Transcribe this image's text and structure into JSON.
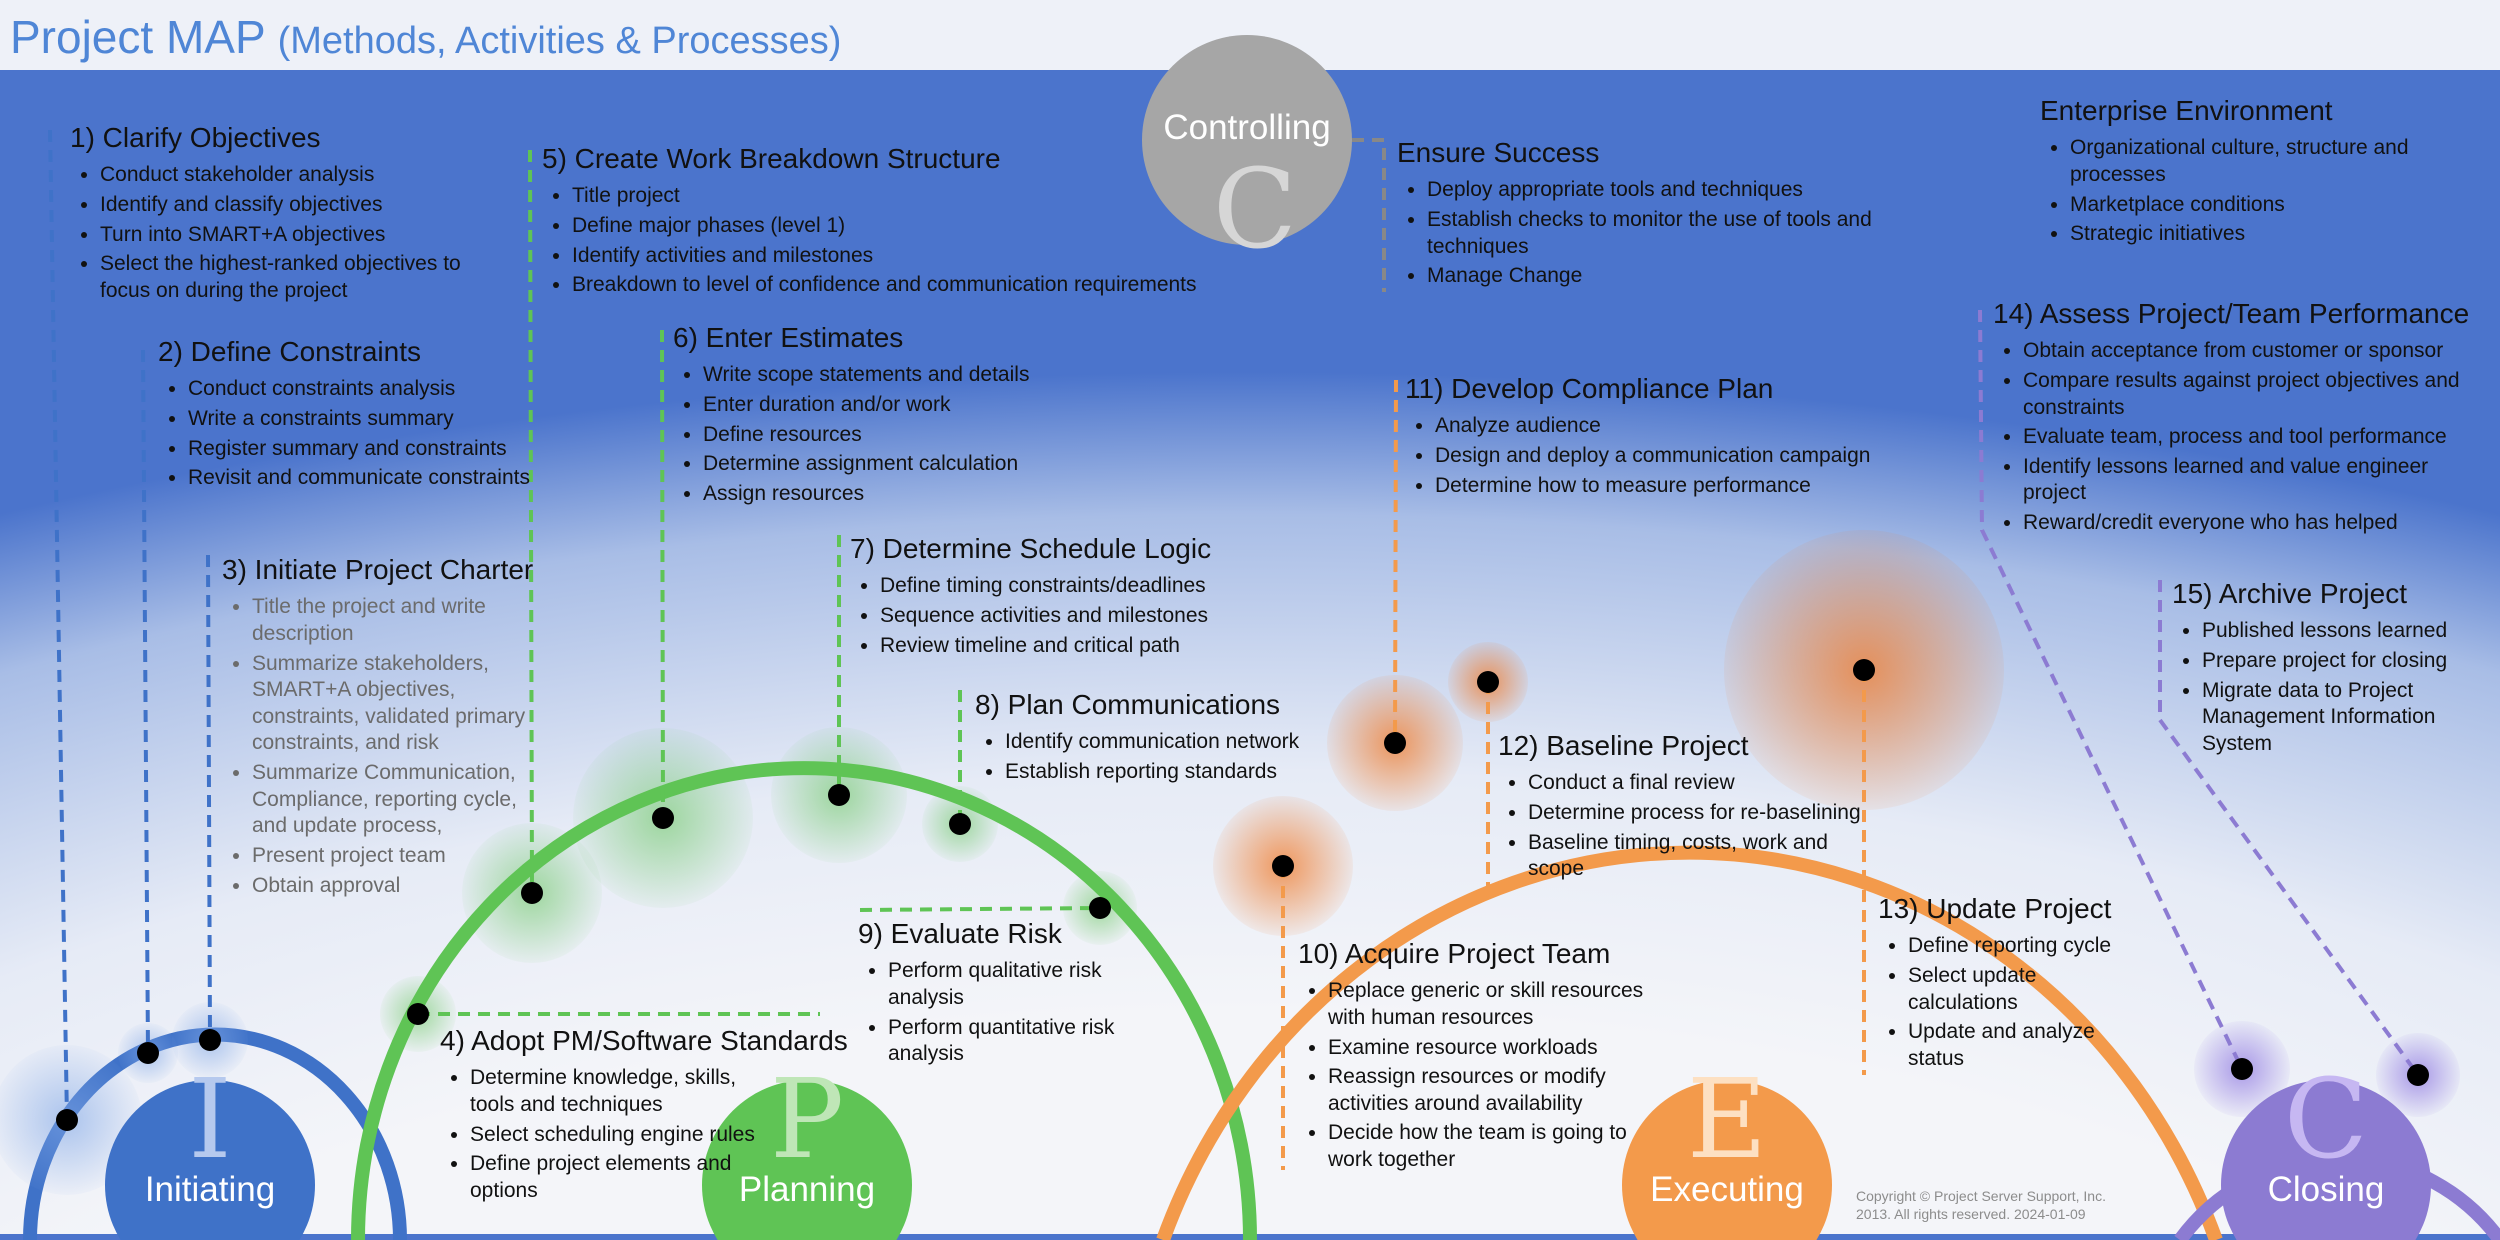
{
  "title": {
    "main": "Project MAP",
    "sub": "(Methods, Activities & Processes)"
  },
  "colors": {
    "initiating": "#3f72c8",
    "planning": "#5fc455",
    "executing": "#f39a4b",
    "closing": "#8c7bd2",
    "controlling": "#a6a6a6",
    "title": "#4f86d6"
  },
  "phases": {
    "initiating": {
      "label": "Initiating",
      "letter": "I"
    },
    "planning": {
      "label": "Planning",
      "letter": "P"
    },
    "executing": {
      "label": "Executing",
      "letter": "E"
    },
    "closing": {
      "label": "Closing",
      "letter": "C"
    },
    "controlling": {
      "label": "Controlling",
      "letter": "C"
    }
  },
  "blocks": {
    "b1": {
      "title": "1) Clarify Objectives",
      "items": [
        "Conduct stakeholder analysis",
        "Identify and classify objectives",
        "Turn into SMART+A objectives",
        "Select the highest-ranked objectives to focus on during the project"
      ]
    },
    "b2": {
      "title": "2) Define Constraints",
      "items": [
        "Conduct constraints analysis",
        "Write a constraints summary",
        "Register summary and constraints",
        "Revisit and communicate constraints"
      ]
    },
    "b3": {
      "title": "3) Initiate Project Charter",
      "items": [
        "Title the project and write description",
        "Summarize stakeholders, SMART+A objectives, constraints, validated primary constraints, and risk",
        "Summarize Communication, Compliance, reporting cycle, and update process,",
        "Present project team",
        "Obtain approval"
      ]
    },
    "b4": {
      "title": "4) Adopt PM/Software Standards",
      "items": [
        "Determine knowledge, skills, tools and techniques",
        "Select scheduling engine rules",
        "Define project elements and options"
      ]
    },
    "b5": {
      "title": "5) Create Work Breakdown Structure",
      "items": [
        "Title project",
        "Define major phases (level 1)",
        "Identify activities and milestones",
        "Breakdown to level of confidence and communication requirements"
      ]
    },
    "b6": {
      "title": "6) Enter Estimates",
      "items": [
        "Write scope statements and details",
        "Enter duration and/or work",
        "Define resources",
        "Determine assignment calculation",
        "Assign resources"
      ]
    },
    "b7": {
      "title": "7) Determine Schedule Logic",
      "items": [
        "Define timing constraints/deadlines",
        "Sequence activities and milestones",
        "Review timeline and critical path"
      ]
    },
    "b8": {
      "title": "8) Plan Communications",
      "items": [
        "Identify communication network",
        "Establish reporting standards"
      ]
    },
    "b9": {
      "title": "9) Evaluate Risk",
      "items": [
        "Perform qualitative risk analysis",
        "Perform quantitative risk analysis"
      ]
    },
    "b10": {
      "title": "10) Acquire Project Team",
      "items": [
        "Replace generic or skill resources with human resources",
        "Examine resource workloads",
        "Reassign resources or modify activities around availability",
        "Decide how the team is going to work together"
      ]
    },
    "b11": {
      "title": "11) Develop Compliance Plan",
      "items": [
        "Analyze audience",
        "Design and deploy a communication campaign",
        "Determine how to measure performance"
      ]
    },
    "b12": {
      "title": "12) Baseline Project",
      "items": [
        "Conduct a final review",
        "Determine process for re-baselining",
        "Baseline timing, costs, work and scope"
      ]
    },
    "b13": {
      "title": "13) Update Project",
      "items": [
        "Define reporting cycle",
        "Select update calculations",
        "Update and analyze status"
      ]
    },
    "b14": {
      "title": "14) Assess Project/Team Performance",
      "items": [
        "Obtain acceptance from customer or sponsor",
        "Compare results against project objectives and constraints",
        "Evaluate team, process and tool performance",
        "Identify lessons learned and value engineer project",
        "Reward/credit everyone who has helped"
      ]
    },
    "b15": {
      "title": "15) Archive Project",
      "items": [
        "Published lessons learned",
        "Prepare project for closing",
        "Migrate data to Project Management Information System"
      ]
    },
    "success": {
      "title": "Ensure Success",
      "items": [
        "Deploy appropriate tools and techniques",
        "Establish checks to monitor the use of tools and techniques",
        "Manage Change"
      ]
    },
    "enterprise": {
      "title": "Enterprise Environment",
      "items": [
        "Organizational culture, structure and processes",
        "Marketplace conditions",
        "Strategic initiatives"
      ]
    }
  },
  "copyright": {
    "line1": "Copyright © Project Server Support, Inc.",
    "line2": "2013. All rights reserved. 2024-01-09"
  }
}
